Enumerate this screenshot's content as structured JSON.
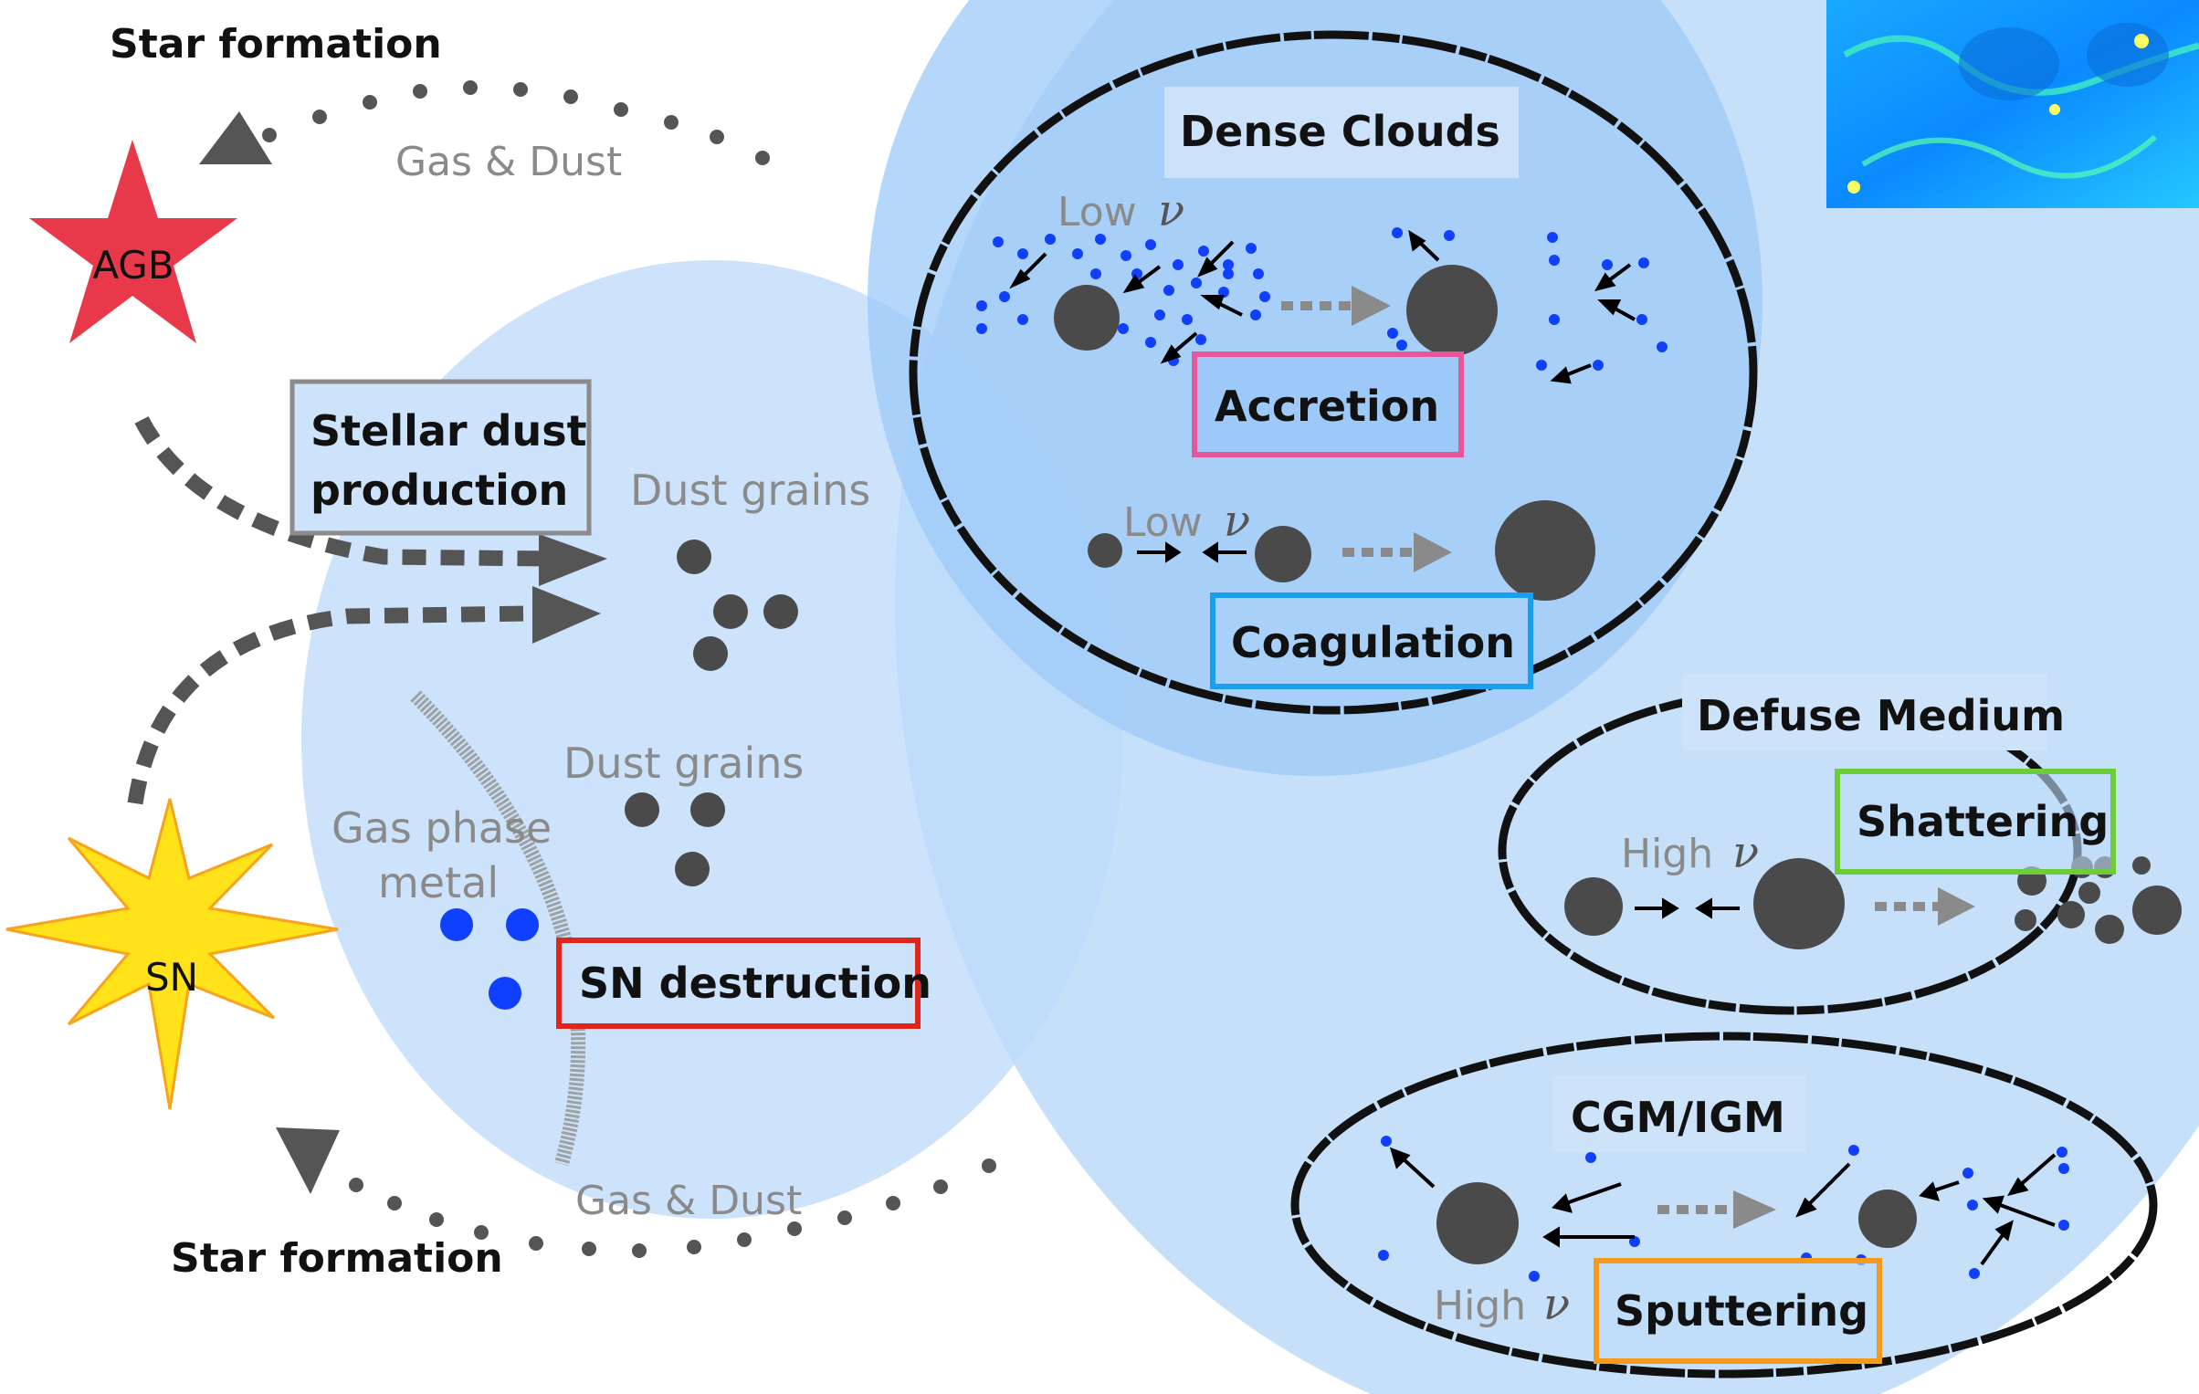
{
  "labels": {
    "star_formation_top": "Star formation",
    "star_formation_bottom": "Star formation",
    "gas_dust_top": "Gas & Dust",
    "gas_dust_bottom": "Gas & Dust",
    "agb": "AGB",
    "sn": "SN",
    "stellar_dust_line1": "Stellar dust",
    "stellar_dust_line2": "production",
    "dust_grains_1": "Dust grains",
    "dust_grains_2": "Dust grains",
    "gas_phase_line1": "Gas phase",
    "gas_phase_line2": "metal",
    "sn_destruction": "SN destruction",
    "dense_clouds": "Dense Clouds",
    "low_1": "Low",
    "low_2": "Low",
    "accretion": "Accretion",
    "coagulation": "Coagulation",
    "defuse_medium": "Defuse Medium",
    "high_1": "High",
    "high_2": "High",
    "shattering": "Shattering",
    "cgm_igm": "CGM/IGM",
    "sputtering": "Sputtering",
    "nu_symbol": "ν"
  },
  "colors": {
    "accretion_box": "#e8559b",
    "coagulation_box": "#1a9ff0",
    "shattering_box": "#6dcc3a",
    "sputtering_box": "#f59a1a",
    "sn_destruction_box": "#e0251b",
    "stellar_dust_box": "#8a8a8a",
    "agb_star": "#e8394a",
    "sn_star": "#ffe21a",
    "grain": "#4a4a4a",
    "gas_atom": "#1040ff"
  }
}
